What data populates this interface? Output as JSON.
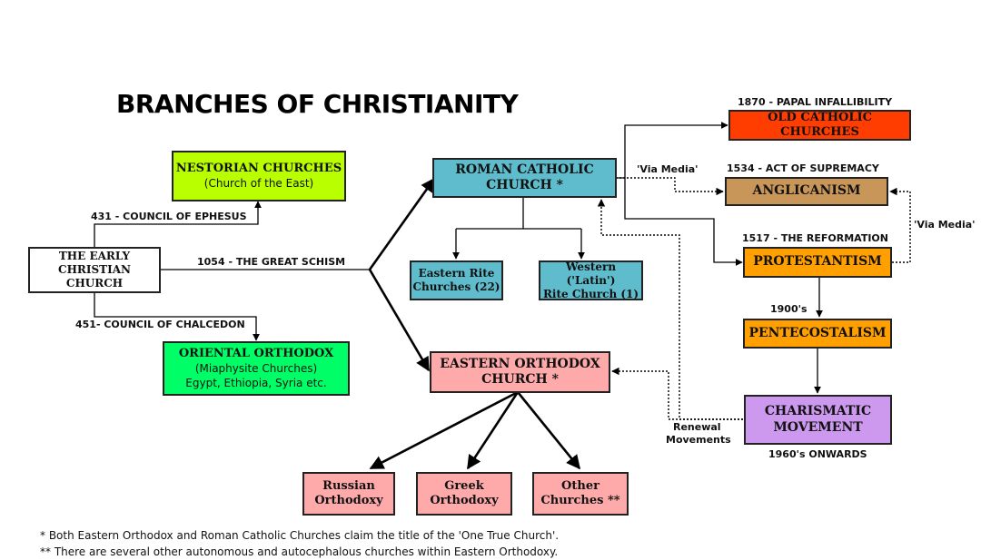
{
  "title": "BRANCHES OF CHRISTIANITY",
  "colors": {
    "nestorian": "#b9ff00",
    "oriental": "#00ff66",
    "roman": "#5fbccc",
    "eastern": "#ffaaaa",
    "old_catholic": "#ff3d00",
    "anglican": "#c9965a",
    "protestant": "#ff9f00",
    "charismatic": "#cc99ee",
    "early": "#ffffff"
  },
  "boxes": {
    "early": {
      "line1": "THE EARLY",
      "line2": "CHRISTIAN CHURCH"
    },
    "nestorian": {
      "line1": "NESTORIAN CHURCHES",
      "sub": "(Church of the East)"
    },
    "oriental": {
      "line1": "ORIENTAL ORTHODOX",
      "sub1": "(Miaphysite Churches)",
      "sub2": "Egypt, Ethiopia, Syria etc."
    },
    "roman": {
      "line1": "ROMAN CATHOLIC",
      "line2": "CHURCH *"
    },
    "eastern_rite": {
      "line1": "Eastern Rite",
      "line2": "Churches (22)"
    },
    "western_rite": {
      "line1": "Western ('Latin')",
      "line2": "Rite Church (1)"
    },
    "eastern_orthodox": {
      "line1": "EASTERN ORTHODOX",
      "line2": "CHURCH *"
    },
    "russian": {
      "line1": "Russian",
      "line2": "Orthodoxy"
    },
    "greek": {
      "line1": "Greek",
      "line2": "Orthodoxy"
    },
    "other": {
      "line1": "Other",
      "line2": "Churches **"
    },
    "old_catholic": {
      "line1": "OLD CATHOLIC CHURCHES"
    },
    "anglicanism": {
      "line1": "ANGLICANISM"
    },
    "protestantism": {
      "line1": "PROTESTANTISM"
    },
    "pentecostalism": {
      "line1": "PENTECOSTALISM"
    },
    "charismatic": {
      "line1": "CHARISMATIC",
      "line2": "MOVEMENT"
    }
  },
  "labels": {
    "ephesus": "431 - COUNCIL OF EPHESUS",
    "chalcedon": "451- COUNCIL OF CHALCEDON",
    "schism": "1054 - THE GREAT SCHISM",
    "infallibility": "1870 - PAPAL INFALLIBILITY",
    "supremacy": "1534 - ACT OF SUPREMACY",
    "reformation": "1517 - THE REFORMATION",
    "via_media_left": "'Via Media'",
    "via_media_right": "'Via Media'",
    "nineteen_hundreds": "1900's",
    "renewal_1": "Renewal",
    "renewal_2": "Movements",
    "sixties": "1960's ONWARDS"
  },
  "footnotes": {
    "one": " * Both Eastern Orthodox and Roman Catholic Churches claim the title of the 'One True Church'.",
    "two": "** There are several other autonomous and autocephalous churches within Eastern Orthodoxy."
  }
}
